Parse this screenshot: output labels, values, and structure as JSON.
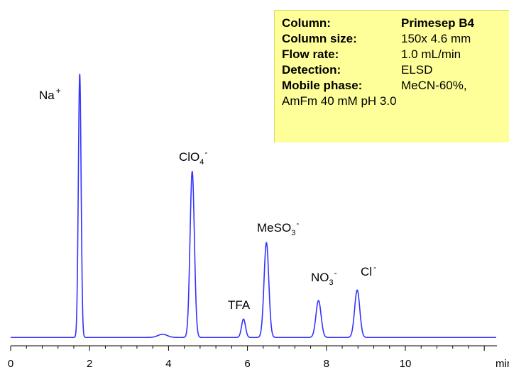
{
  "conditions": {
    "rows": [
      {
        "label": "Column:",
        "value": "Primesep B4",
        "bold_value": true
      },
      {
        "label": "Column size:",
        "value": "150x 4.6 mm",
        "bold_value": false
      },
      {
        "label": "Flow rate:",
        "value": "1.0 mL/min",
        "bold_value": false
      },
      {
        "label": "Detection:",
        "value": "ELSD",
        "bold_value": false
      },
      {
        "label": "Mobile phase:",
        "value": "MeCN-60%,",
        "bold_value": false
      }
    ],
    "continuation": "AmFm 40 mM pH 3.0"
  },
  "chart_data": {
    "type": "line",
    "title": "",
    "xlabel": "min",
    "ylabel": "",
    "xlim": [
      0,
      12.3
    ],
    "ylim": [
      0,
      1.0
    ],
    "x_ticks": [
      0,
      2,
      4,
      6,
      8,
      10
    ],
    "minor_tick_step": 0.4,
    "grid": false,
    "line_color": "#3333ff",
    "peaks": [
      {
        "label": "Na",
        "sup": "+",
        "sub": "",
        "x": 1.75,
        "height": 1.0,
        "width": 0.035
      },
      {
        "label": "ClO",
        "sup": "-",
        "sub": "4",
        "x": 4.6,
        "height": 0.63,
        "width": 0.055
      },
      {
        "label": "TFA",
        "sup": "",
        "sub": "",
        "x": 5.9,
        "height": 0.07,
        "width": 0.05
      },
      {
        "label": "MeSO",
        "sup": "-",
        "sub": "3",
        "x": 6.48,
        "height": 0.36,
        "width": 0.06
      },
      {
        "label": "NO",
        "sup": "-",
        "sub": "3",
        "x": 7.8,
        "height": 0.14,
        "width": 0.065
      },
      {
        "label": "Cl",
        "sup": "-",
        "sub": "",
        "x": 8.78,
        "height": 0.18,
        "width": 0.065
      }
    ],
    "minor_features": [
      {
        "x": 3.85,
        "height": 0.012,
        "width": 0.12
      }
    ]
  }
}
